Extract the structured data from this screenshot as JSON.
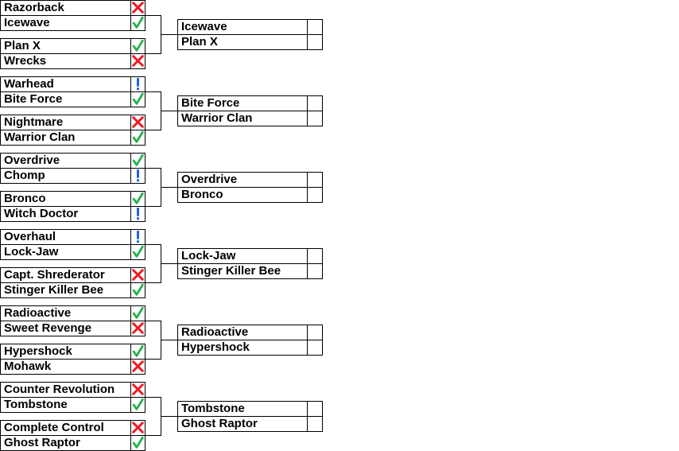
{
  "matches": [
    {
      "a": {
        "name": "Razorback",
        "status": "loss"
      },
      "b": {
        "name": "Icewave",
        "status": "win"
      }
    },
    {
      "a": {
        "name": "Plan X",
        "status": "win"
      },
      "b": {
        "name": "Wrecks",
        "status": "loss"
      }
    },
    {
      "a": {
        "name": "Warhead",
        "status": "pending"
      },
      "b": {
        "name": "Bite Force",
        "status": "win"
      }
    },
    {
      "a": {
        "name": "Nightmare",
        "status": "loss"
      },
      "b": {
        "name": "Warrior Clan",
        "status": "win"
      }
    },
    {
      "a": {
        "name": "Overdrive",
        "status": "win"
      },
      "b": {
        "name": "Chomp",
        "status": "pending"
      }
    },
    {
      "a": {
        "name": "Bronco",
        "status": "win"
      },
      "b": {
        "name": "Witch Doctor",
        "status": "pending"
      }
    },
    {
      "a": {
        "name": "Overhaul",
        "status": "pending"
      },
      "b": {
        "name": "Lock-Jaw",
        "status": "win"
      }
    },
    {
      "a": {
        "name": "Capt. Shrederator",
        "status": "loss"
      },
      "b": {
        "name": "Stinger Killer Bee",
        "status": "win"
      }
    },
    {
      "a": {
        "name": "Radioactive",
        "status": "win"
      },
      "b": {
        "name": "Sweet Revenge",
        "status": "loss"
      }
    },
    {
      "a": {
        "name": "Hypershock",
        "status": "win"
      },
      "b": {
        "name": "Mohawk",
        "status": "loss"
      }
    },
    {
      "a": {
        "name": "Counter Revolution",
        "status": "loss"
      },
      "b": {
        "name": "Tombstone",
        "status": "win"
      }
    },
    {
      "a": {
        "name": "Complete Control",
        "status": "loss"
      },
      "b": {
        "name": "Ghost Raptor",
        "status": "win"
      }
    }
  ],
  "round2": [
    {
      "a": "Icewave",
      "b": "Plan X"
    },
    {
      "a": "Bite Force",
      "b": "Warrior Clan"
    },
    {
      "a": "Overdrive",
      "b": "Bronco"
    },
    {
      "a": "Lock-Jaw",
      "b": "Stinger Killer Bee"
    },
    {
      "a": "Radioactive",
      "b": "Hypershock"
    },
    {
      "a": "Tombstone",
      "b": "Ghost Raptor"
    }
  ],
  "colors": {
    "win": "#22b14c",
    "loss": "#ed1c24",
    "pending": "#1e64dc"
  },
  "icons": {
    "win": "check-icon",
    "loss": "cross-icon",
    "pending": "exclamation-icon"
  }
}
